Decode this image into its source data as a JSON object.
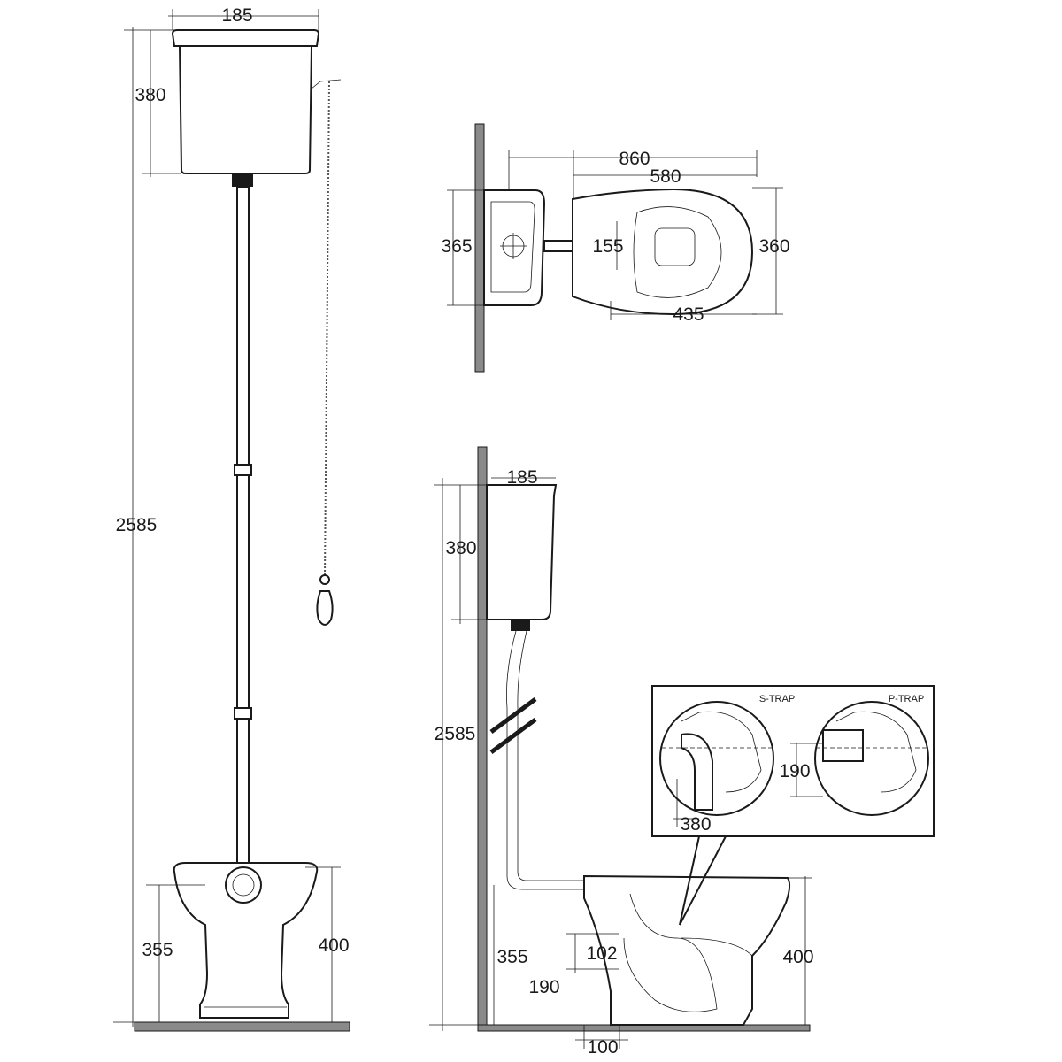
{
  "title": "High-level cistern toilet technical drawing",
  "front_view": {
    "tank_width": "185",
    "tank_height": "380",
    "total_height": "2585",
    "bowl_inlet_height": "355",
    "bowl_height": "400"
  },
  "top_view": {
    "overall_depth": "860",
    "bowl_depth": "580",
    "tank_width": "365",
    "fixing_spacing": "155",
    "bowl_width": "360",
    "seat_depth": "435"
  },
  "side_view": {
    "tank_depth": "185",
    "tank_height": "380",
    "total_height": "2585",
    "inlet_height": "355",
    "outlet_offset": "102",
    "outlet_height": "190",
    "outlet_wall_distance": "100",
    "bowl_height": "400"
  },
  "trap_detail": {
    "s_trap_label": "S-TRAP",
    "p_trap_label": "P-TRAP",
    "s_trap_dim": "380",
    "p_trap_dim": "190"
  },
  "colors": {
    "line": "#1a1a1a",
    "wall": "#8a8a8a"
  }
}
